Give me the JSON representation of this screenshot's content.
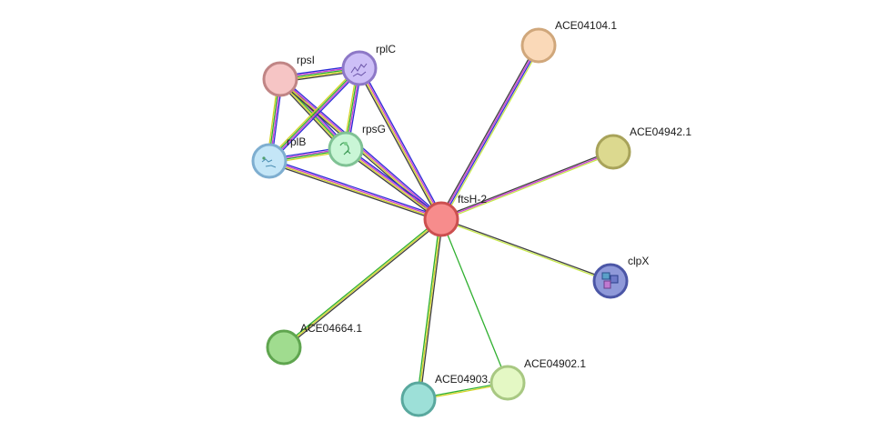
{
  "nodes": [
    {
      "id": "ftsH-2",
      "label": "ftsH-2",
      "fill": "#f78c8c",
      "stroke": "#cc4f4f",
      "icon": "none"
    },
    {
      "id": "rpsI",
      "label": "rpsI",
      "fill": "#f6c5c5",
      "stroke": "#c08585",
      "icon": "none"
    },
    {
      "id": "rplC",
      "label": "rplC",
      "fill": "#cdbff7",
      "stroke": "#8d78c7",
      "icon": "protein-structure"
    },
    {
      "id": "rpsG",
      "label": "rpsG",
      "fill": "#c9f6d6",
      "stroke": "#7fc294",
      "icon": "protein-structure"
    },
    {
      "id": "rplB",
      "label": "rplB",
      "fill": "#c4e6f7",
      "stroke": "#7eaed0",
      "icon": "protein-structure"
    },
    {
      "id": "ACE04104.1",
      "label": "ACE04104.1",
      "fill": "#fad9b8",
      "stroke": "#d0a77b",
      "icon": "none"
    },
    {
      "id": "ACE04942.1",
      "label": "ACE04942.1",
      "fill": "#dcd98f",
      "stroke": "#a8a35a",
      "icon": "none"
    },
    {
      "id": "clpX",
      "label": "clpX",
      "fill": "#8f99d9",
      "stroke": "#4b56a6",
      "icon": "protein-structure"
    },
    {
      "id": "ACE04664.1",
      "label": "ACE04664.1",
      "fill": "#a0dc8f",
      "stroke": "#5fa54f",
      "icon": "none"
    },
    {
      "id": "ACE04903.1",
      "label": "ACE04903.1",
      "fill": "#9de0d8",
      "stroke": "#59a89e",
      "icon": "none"
    },
    {
      "id": "ACE04902.1",
      "label": "ACE04902.1",
      "fill": "#e4f8c4",
      "stroke": "#a8c882",
      "icon": "none"
    }
  ],
  "edges": [
    {
      "source": "rpsI",
      "target": "rplC",
      "evidence": [
        "#2b2bd6",
        "#c93fd1",
        "#30b030",
        "#d4d427",
        "#3f3f3f"
      ]
    },
    {
      "source": "rpsI",
      "target": "rplB",
      "evidence": [
        "#2b2bd6",
        "#c93fd1",
        "#30b030",
        "#d4d427"
      ]
    },
    {
      "source": "rpsI",
      "target": "rpsG",
      "evidence": [
        "#2b2bd6",
        "#c93fd1",
        "#30b030",
        "#d4d427",
        "#3f3f3f"
      ]
    },
    {
      "source": "rpsI",
      "target": "ftsH-2",
      "evidence": [
        "#2b2bd6",
        "#c93fd1",
        "#d4d427",
        "#3f3f3f"
      ]
    },
    {
      "source": "rplC",
      "target": "rplB",
      "evidence": [
        "#2b2bd6",
        "#c93fd1",
        "#30b030",
        "#d4d427"
      ]
    },
    {
      "source": "rplC",
      "target": "rpsG",
      "evidence": [
        "#2b2bd6",
        "#c93fd1",
        "#30b030",
        "#d4d427"
      ]
    },
    {
      "source": "rplC",
      "target": "ftsH-2",
      "evidence": [
        "#2b2bd6",
        "#c93fd1",
        "#d4d427",
        "#3f3f3f"
      ]
    },
    {
      "source": "rplB",
      "target": "rpsG",
      "evidence": [
        "#2b2bd6",
        "#c93fd1",
        "#30b030",
        "#d4d427"
      ]
    },
    {
      "source": "rplB",
      "target": "ftsH-2",
      "evidence": [
        "#2b2bd6",
        "#c93fd1",
        "#d4d427",
        "#3f3f3f"
      ]
    },
    {
      "source": "rpsG",
      "target": "ftsH-2",
      "evidence": [
        "#2b2bd6",
        "#c93fd1",
        "#d4d427",
        "#3f3f3f"
      ]
    },
    {
      "source": "ACE04104.1",
      "target": "ftsH-2",
      "evidence": [
        "#c6e84a",
        "#2b2bd6",
        "#c93fd1",
        "#3f3f3f"
      ]
    },
    {
      "source": "ACE04942.1",
      "target": "ftsH-2",
      "evidence": [
        "#c6e84a",
        "#c93fd1",
        "#3f3f3f"
      ]
    },
    {
      "source": "clpX",
      "target": "ftsH-2",
      "evidence": [
        "#c6e84a",
        "#3f3f3f"
      ]
    },
    {
      "source": "ACE04664.1",
      "target": "ftsH-2",
      "evidence": [
        "#30b030",
        "#d4d427",
        "#3f3f3f"
      ]
    },
    {
      "source": "ACE04903.1",
      "target": "ftsH-2",
      "evidence": [
        "#30b030",
        "#d4d427",
        "#3f3f3f"
      ]
    },
    {
      "source": "ACE04902.1",
      "target": "ftsH-2",
      "evidence": [
        "#30b030"
      ]
    },
    {
      "source": "ACE04903.1",
      "target": "ACE04902.1",
      "evidence": [
        "#30b030",
        "#d4d427"
      ]
    }
  ]
}
